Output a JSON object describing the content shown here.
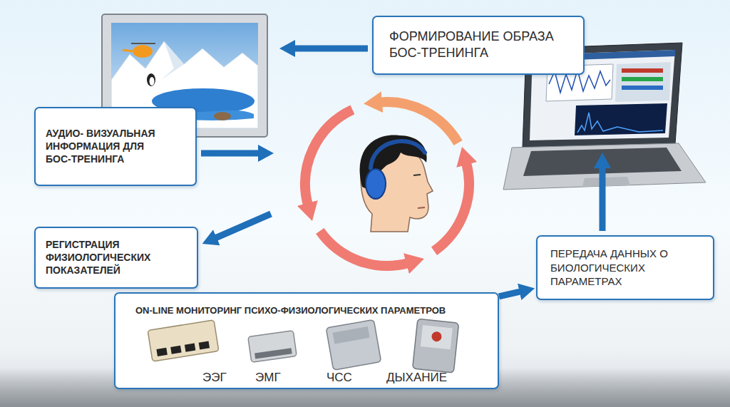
{
  "diagram": {
    "nodes": [
      {
        "text": [
          "ФОРМИРОВАНИЕ ОБРАЗА БОС-ТРЕНИНГА"
        ]
      },
      {
        "text": [
          "АУДИО- ВИЗУАЛЬНАЯ ИНФОРМАЦИЯ ДЛЯ БОС-ТРЕНИНГА"
        ]
      },
      {
        "text": [
          "РЕГИСТРАЦИЯ ФИЗИОЛОГИЧЕСКИХ ПОКАЗАТЕЛЕЙ"
        ]
      },
      {
        "text": [
          "ПЕРЕДАЧА ДАННЫХ О БИОЛОГИЧЕСКИХ ПАРАМЕТРАХ"
        ]
      },
      {
        "text": [
          "ON-LINE МОНИТОРИНГ ПСИХО-ФИЗИОЛОГИЧЕСКИХ ПАРАМЕТРОВ",
          "ЭЭГ",
          "ЭМГ",
          "ЧСС",
          "ДЫХАНИЕ"
        ]
      }
    ],
    "edges": [
      {
        "from": 4,
        "to": 3,
        "arrow": "to"
      }
    ]
  }
}
